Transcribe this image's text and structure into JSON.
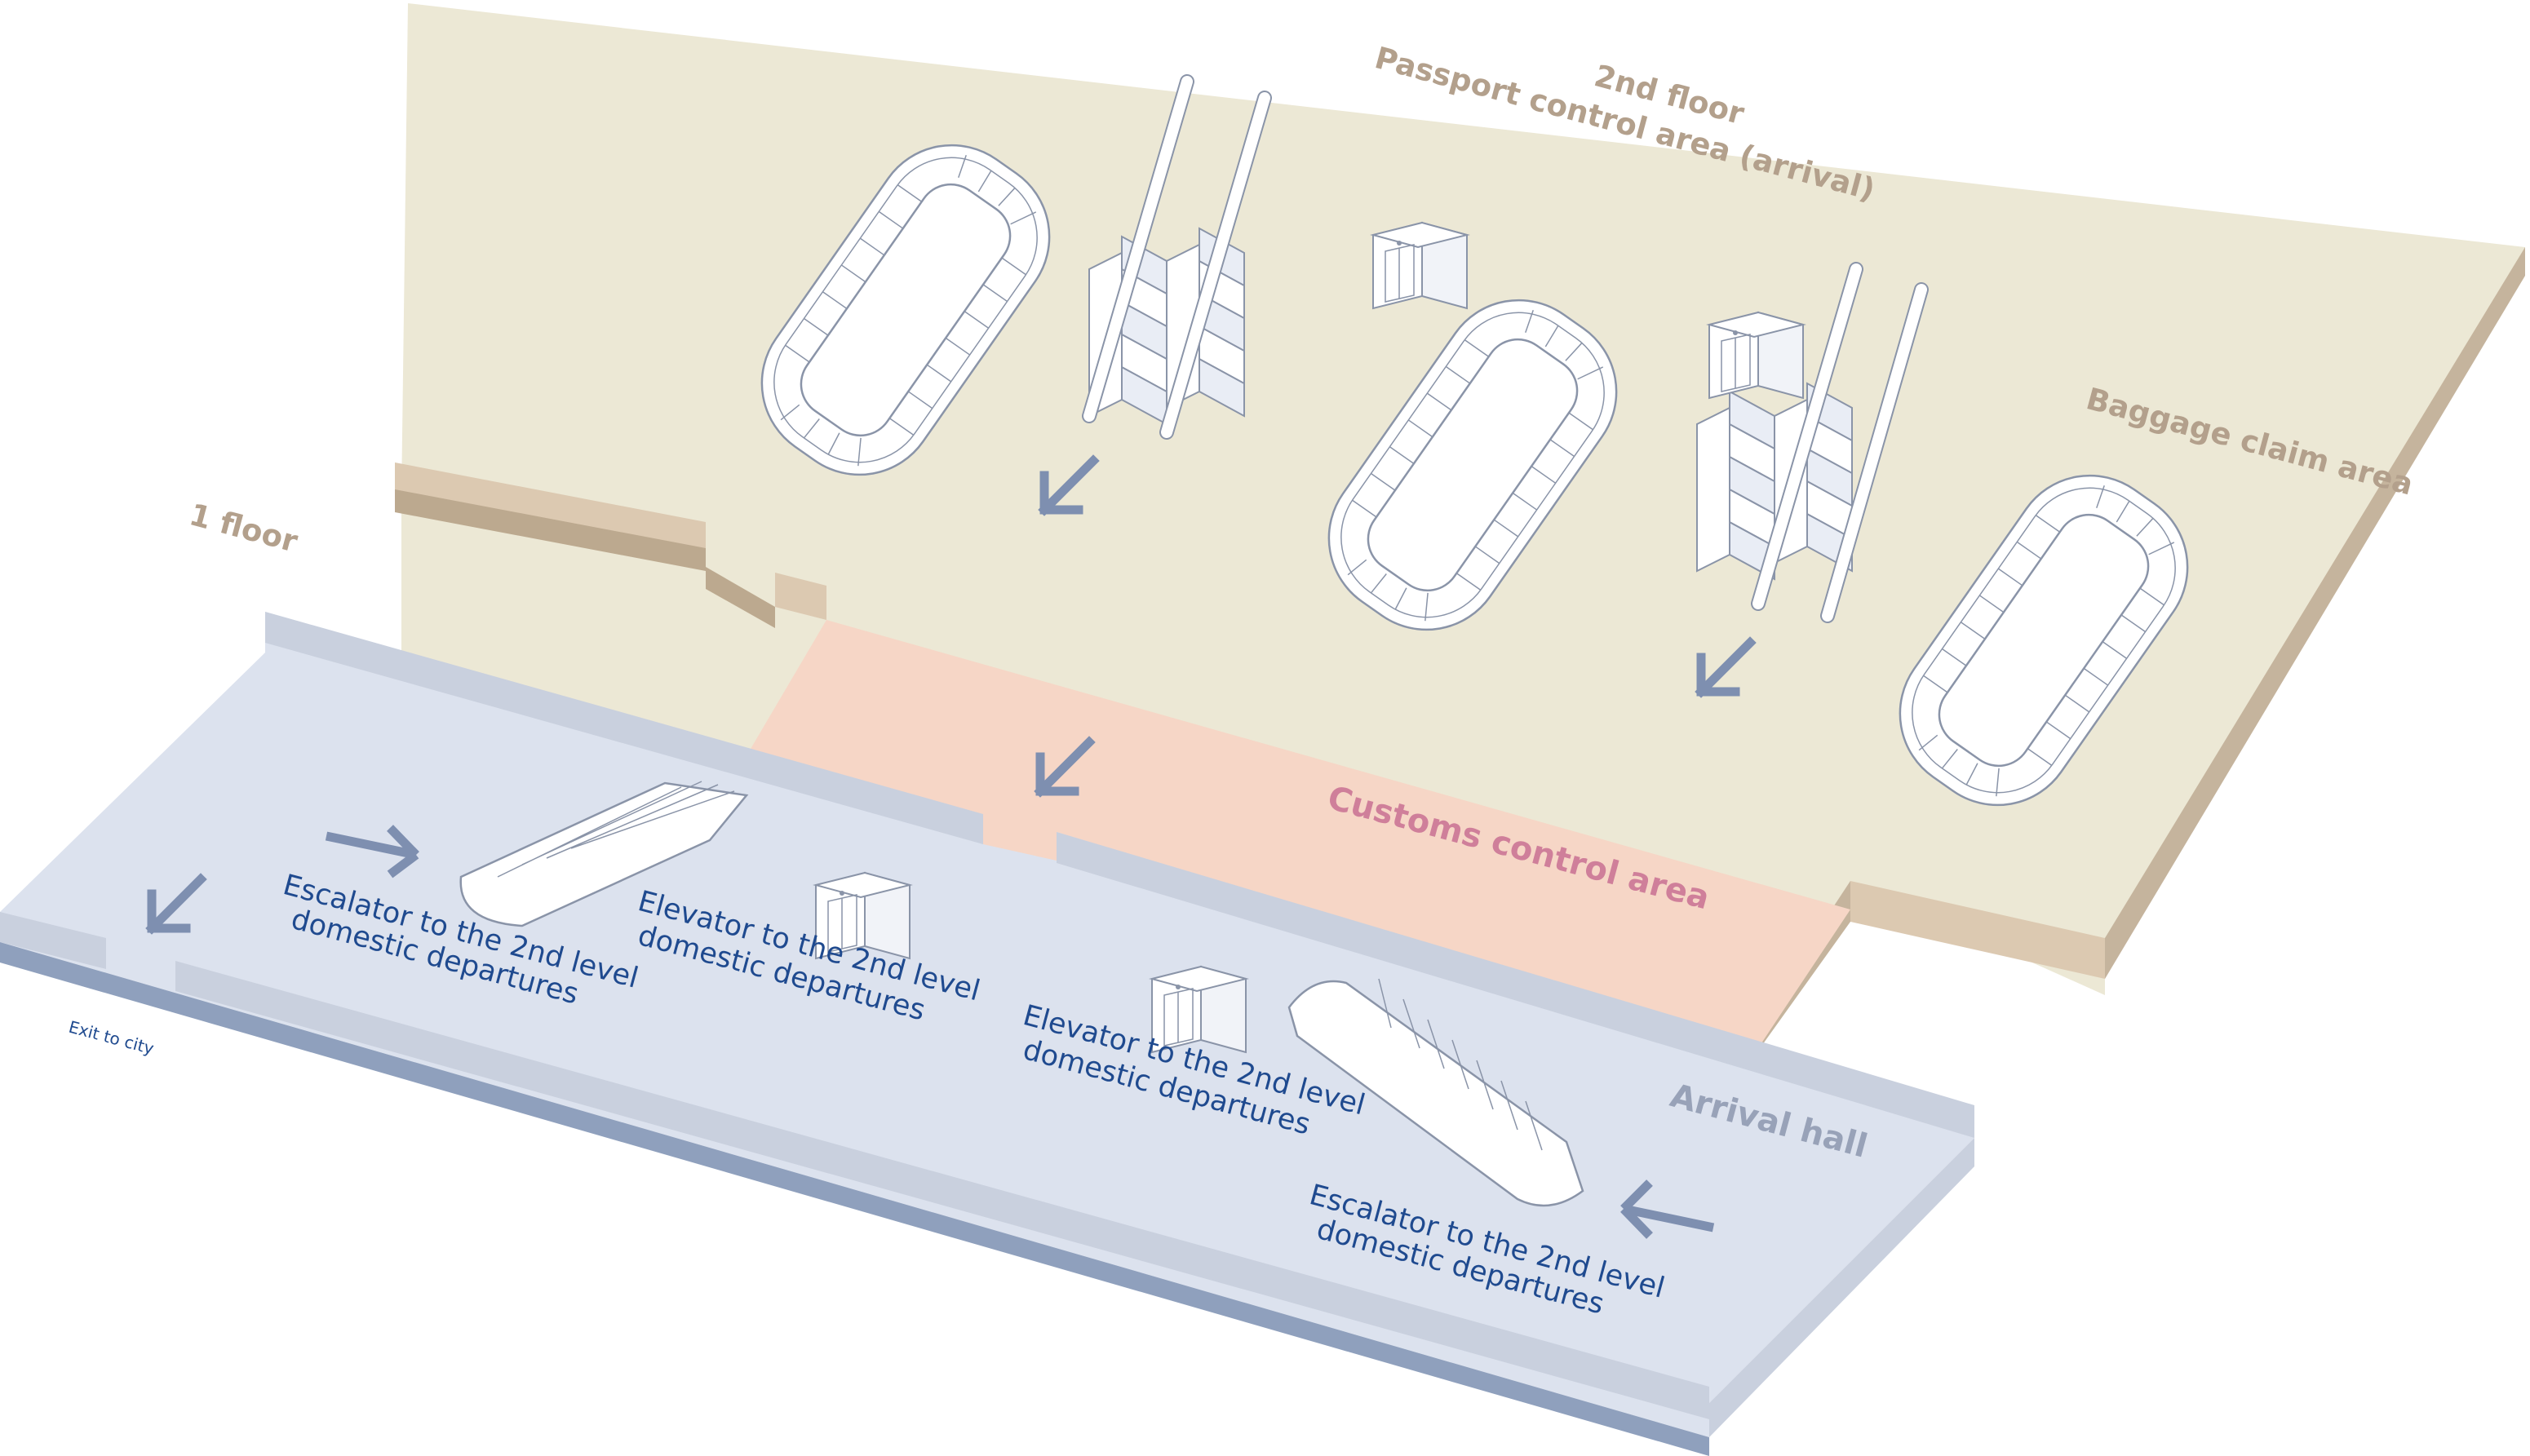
{
  "labels": {
    "floor2_title": "2nd floor",
    "passport_control": "Passport control area (arrival)",
    "baggage_claim": "Baggage claim area",
    "floor1_title": "1 floor",
    "customs_control": "Customs control area",
    "arrival_hall": "Arrival hall",
    "exit_to_city": "Exit to city",
    "escalator_left": {
      "line1": "Escalator to the 2nd level",
      "line2": "domestic departures"
    },
    "elevator_left": {
      "line1": "Elevator to the 2nd level",
      "line2": "domestic departures"
    },
    "elevator_right": {
      "line1": "Elevator to the 2nd level",
      "line2": "domestic departures"
    },
    "escalator_right": {
      "line1": "Escalator to the 2nd level",
      "line2": "domestic departures"
    }
  },
  "colors": {
    "floor2_surface": "#ece8d5",
    "floor2_edge": "#dcc9b1",
    "floor2_edge_dark": "#bca98f",
    "customs_surface": "#f6d6c6",
    "customs_text": "#cf7f9a",
    "hall_surface": "#dce2ee",
    "hall_wall": "#c9d0de",
    "hall_edge": "#8fa0bd",
    "arrow": "#7e8fb0",
    "floor_label": "#b3a08c",
    "blue_text": "#1f4a8f"
  },
  "icons": [
    "baggage-carousel-icon",
    "escalator-icon",
    "elevator-icon",
    "direction-arrow-icon"
  ]
}
